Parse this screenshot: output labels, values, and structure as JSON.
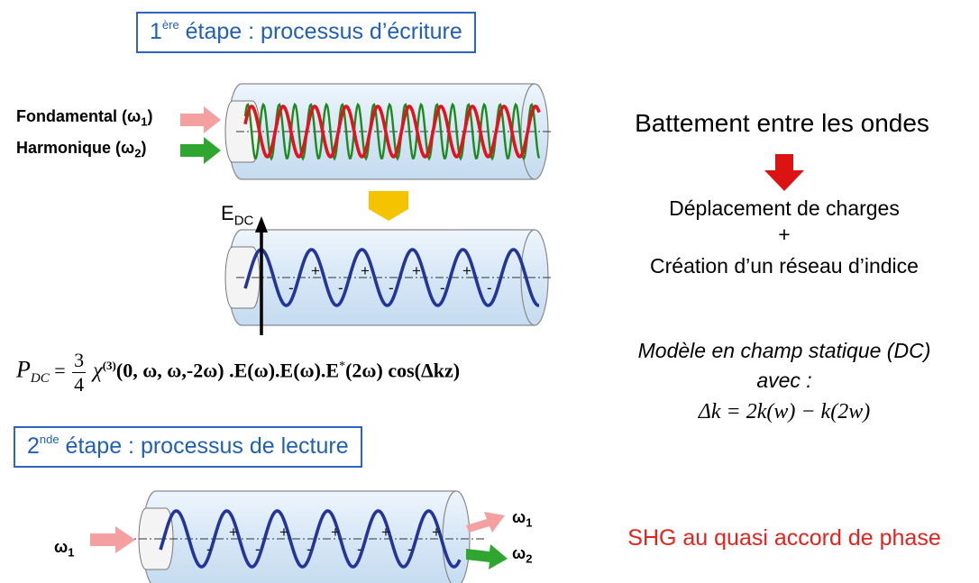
{
  "step1": {
    "title_prefix": "1",
    "title_sup": "ère",
    "title_rest": " étape : processus d’écriture"
  },
  "step2": {
    "title_prefix": "2",
    "title_sup": "nde",
    "title_rest": " étape : processus de lecture"
  },
  "labels": {
    "fundamental": "Fondamental (ω",
    "fundamental_sub": "1",
    "harmonic": "Harmonique (ω",
    "harmonic_sub": "2",
    "edc_main": "E",
    "edc_sub": "DC",
    "omega_in": "ω",
    "omega_in_sub": "1",
    "omega_out1": "ω",
    "omega_out1_sub": "1",
    "omega_out2": "ω",
    "omega_out2_sub": "2"
  },
  "right": {
    "beat": "Battement entre les ondes",
    "charges": "Déplacement de charges",
    "plus": "+",
    "grating": "Création d’un réseau d’indice",
    "model": "Modèle en champ statique (DC)",
    "avec": "avec :",
    "delta_k": "Δk = 2k(w) − k(2w)",
    "shg": "SHG au quasi accord de phase"
  },
  "equation": {
    "lhs": "P",
    "lhs_sub": "DC",
    "eq": " = ",
    "num": "3",
    "den": "4",
    "chi": " χ",
    "chi_sup": "(3)",
    "body": "(0, ω, ω,-2ω) .E(ω).E(ω).E",
    "star": "*",
    "tail": "(2ω) cos(Δkz)"
  },
  "signs": {
    "plus": "+",
    "minus": "-"
  },
  "colors": {
    "title_blue": "#1f5fb8",
    "fiber": "#dbe9f7",
    "wave_red": "#e3121b",
    "wave_green": "#1e8a1e",
    "wave_blue": "#23349a",
    "arrow_pink": "#f4a0a0",
    "arrow_green": "#2fa62f",
    "arrow_red": "#dd1212",
    "arrow_yellow": "#f4c400",
    "shg_red": "#e8211d"
  }
}
